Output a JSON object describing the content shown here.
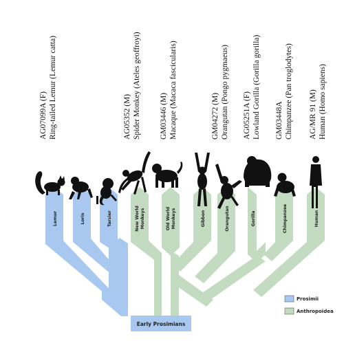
{
  "colors": {
    "prosimii": "#a9c8ef",
    "anthropoidea": "#c3dcc1",
    "silhouette": "#111111"
  },
  "samples": {
    "lemur": {
      "id": "AG07099A (F)",
      "species": "Ring-tailed Lemur (Lemur catta)"
    },
    "new_world": {
      "id": "AG05352 (M)",
      "species": "Spider Monkey (Ateles geoffroyi)"
    },
    "old_world": {
      "id": "GM03446 (M)",
      "species": "Macaque (Macaca fascicularis)"
    },
    "orangutan": {
      "id": "GM04272 (M)",
      "species": "Orangutan  (Pongo pygmaeus)"
    },
    "gorilla": {
      "id": "AG05251A (F)",
      "species": "Lowland Gorilla  (Gorilla gorilla)"
    },
    "chimpanzee": {
      "id": "GM03448A",
      "species": "Chimpanzee (Pan troglodytes)"
    },
    "human": {
      "id": "AG/MR 91 (M)",
      "species": "Human (Homo sapiens)"
    }
  },
  "branches": {
    "lemur": "Lemur",
    "loris": "Loris",
    "tarsier": "Tarsier",
    "new_world_1": "New World",
    "new_world_2": "Monkeys",
    "old_world_1": "Old World",
    "old_world_2": "Monkeys",
    "gibbon": "Gibbon",
    "orangutan": "Orangutan",
    "gorilla": "Gorilla",
    "chimpanzee": "Chimpanzee",
    "human": "Human"
  },
  "root_label": "Early Prosimians",
  "legend": {
    "prosimii": "Prosimii",
    "anthropoidea": "Anthropoidea"
  }
}
